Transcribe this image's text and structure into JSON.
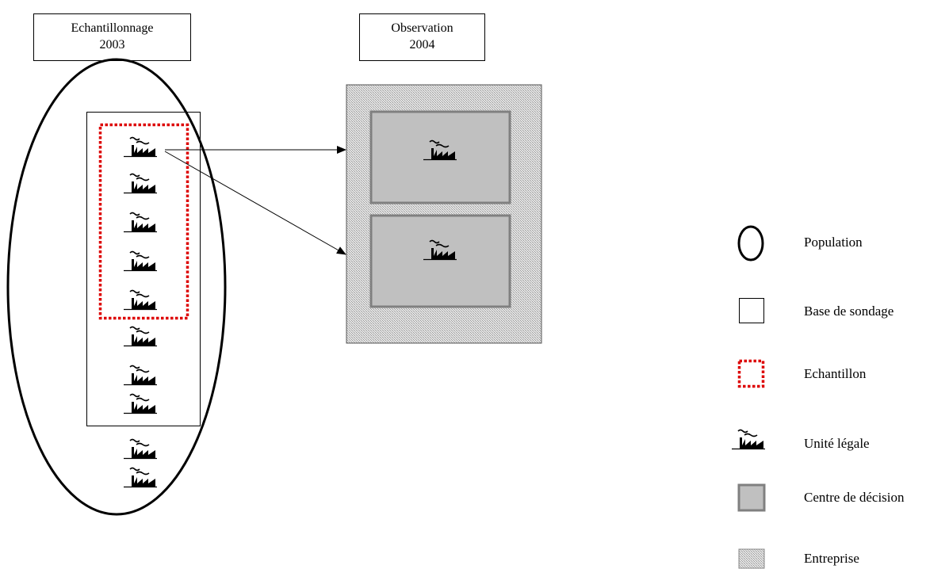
{
  "headers": {
    "sampling": {
      "line1": "Echantillonnage",
      "line2": "2003"
    },
    "observation": {
      "line1": "Observation",
      "line2": "2004"
    }
  },
  "legend": [
    {
      "key": "population",
      "label": "Population",
      "icon": "ellipse-outline-icon"
    },
    {
      "key": "frame",
      "label": "Base de sondage",
      "icon": "rectangle-outline-icon"
    },
    {
      "key": "sample",
      "label": "Echantillon",
      "icon": "dotted-red-rectangle-icon"
    },
    {
      "key": "legal-unit",
      "label": "Unité légale",
      "icon": "factory-icon"
    },
    {
      "key": "decision-center",
      "label": "Centre de décision",
      "icon": "gray-rectangle-icon"
    },
    {
      "key": "enterprise",
      "label": "Entreprise",
      "icon": "hatched-rectangle-icon"
    }
  ],
  "colors": {
    "sample_border": "#dd0000",
    "decision_center_fill": "#c0c0c0",
    "decision_center_border": "#808080",
    "enterprise_fill": "#e2e2e2",
    "enterprise_hatch": "#9c9c9c",
    "factory": "#000000"
  }
}
